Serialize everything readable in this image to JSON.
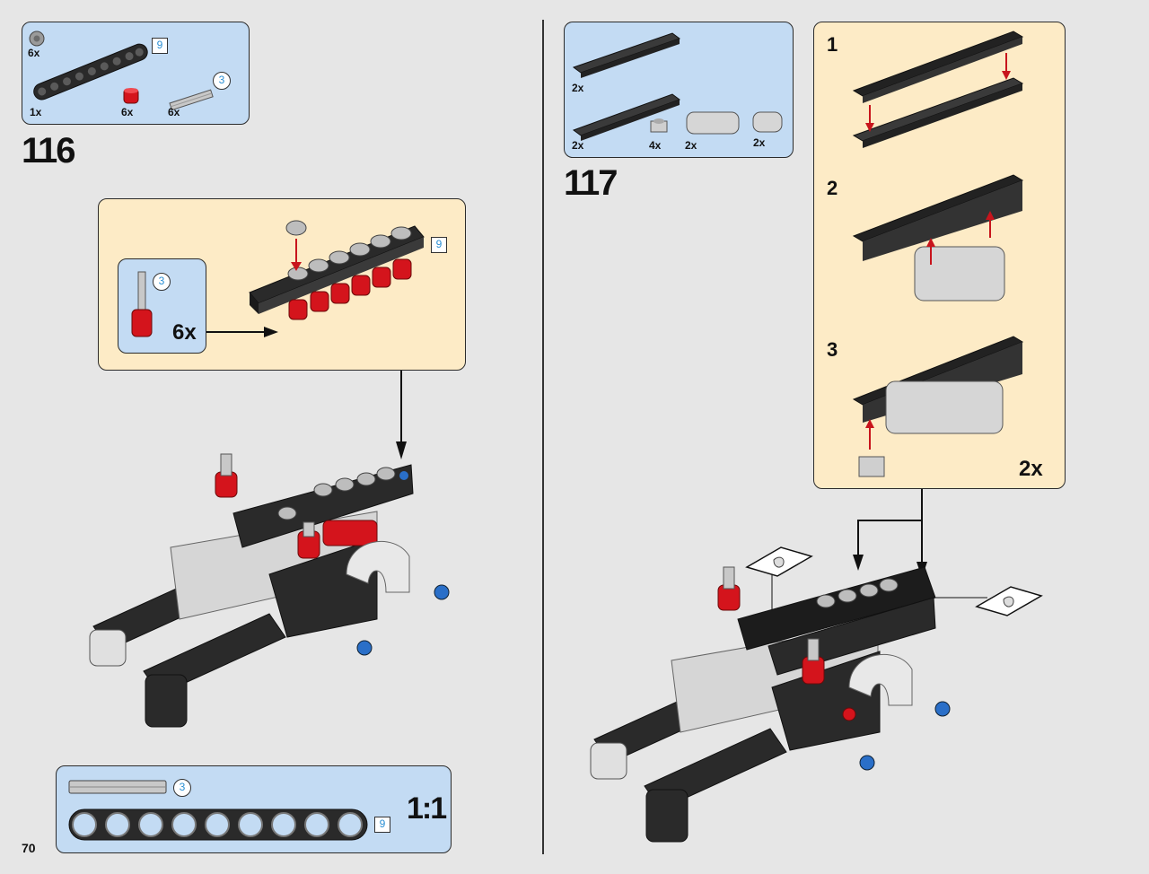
{
  "page_number": "70",
  "scale_label": "1:1",
  "step_116": {
    "number": "116",
    "parts": [
      {
        "qty": "6x",
        "name": "bush-half"
      },
      {
        "qty": "1x",
        "name": "technic-beam-9",
        "length": "9"
      },
      {
        "qty": "6x",
        "name": "red-bush-connector"
      },
      {
        "qty": "6x",
        "name": "axle-3",
        "length": "3"
      }
    ],
    "callout": {
      "beam_length": "9",
      "sub_axle_length": "3",
      "sub_qty": "6x"
    }
  },
  "step_117": {
    "number": "117",
    "parts": [
      {
        "qty": "2x",
        "name": "plate-1x8"
      },
      {
        "qty": "2x",
        "name": "tile-1x8"
      },
      {
        "qty": "4x",
        "name": "plate-1x1"
      },
      {
        "qty": "2x",
        "name": "brick-1x4-round"
      },
      {
        "qty": "2x",
        "name": "brick-1x2-round"
      }
    ],
    "substeps": [
      "1",
      "2",
      "3"
    ],
    "sub_qty": "2x"
  },
  "ruler": {
    "axle_length": "3",
    "beam_length": "9"
  }
}
